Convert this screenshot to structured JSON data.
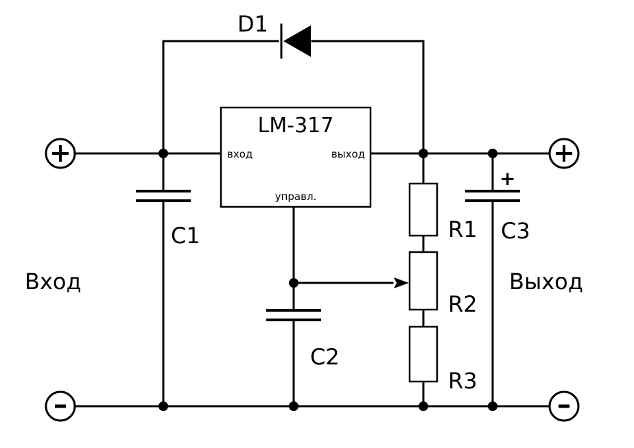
{
  "diagram": {
    "diode_label": "D1",
    "regulator": {
      "name": "LM-317",
      "pin_in": "вход",
      "pin_out": "выход",
      "pin_adj": "управл."
    },
    "capacitors": {
      "c1": "C1",
      "c2": "C2",
      "c3": "C3",
      "c3_polarity": "+"
    },
    "resistors": {
      "r1": "R1",
      "r2": "R2",
      "r3": "R3"
    },
    "input_label": "Вход",
    "output_label": "Выход",
    "terminals": {
      "plus": "+",
      "minus": "−"
    }
  }
}
